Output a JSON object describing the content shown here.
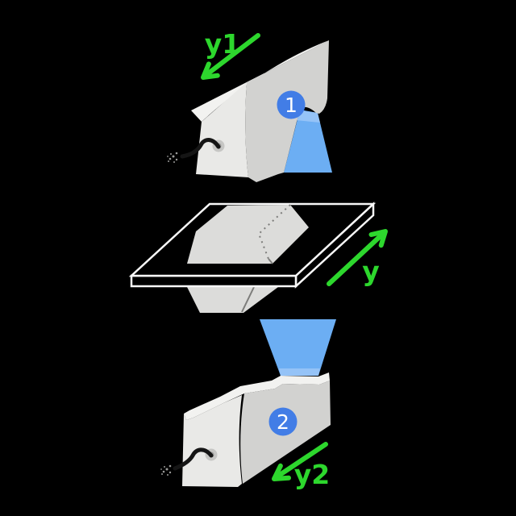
{
  "scene": {
    "description": "isometric diagram of a dual-sensor scanning setup: sensor 1 above projects a light beam down onto an object on a transparent plate, sensor 2 below projects a beam up; green arrows mark scan directions",
    "background": "#000000",
    "sensor_top": {
      "badge": "1",
      "axis_label": "y1"
    },
    "sensor_bottom": {
      "badge": "2",
      "axis_label": "y2"
    },
    "stage": {
      "axis_label": "y"
    },
    "colors": {
      "arrow_green": "#2dd72d",
      "badge_blue": "#427de6",
      "badge_text": "#ffffff",
      "beam_blue": "#6caef3",
      "beam_highlight": "#a3c9f8",
      "body_light": "#e9e9e7",
      "body_shaded": "#d2d2d0",
      "body_top": "#f2f2f0",
      "object_gray": "#dcdcda",
      "object_edge": "#7d7d7b",
      "plate_outline": "#f8f8f8",
      "cable": "#151515",
      "port_ring": "#c6c6c4",
      "port_hole": "#9a9a98"
    }
  }
}
